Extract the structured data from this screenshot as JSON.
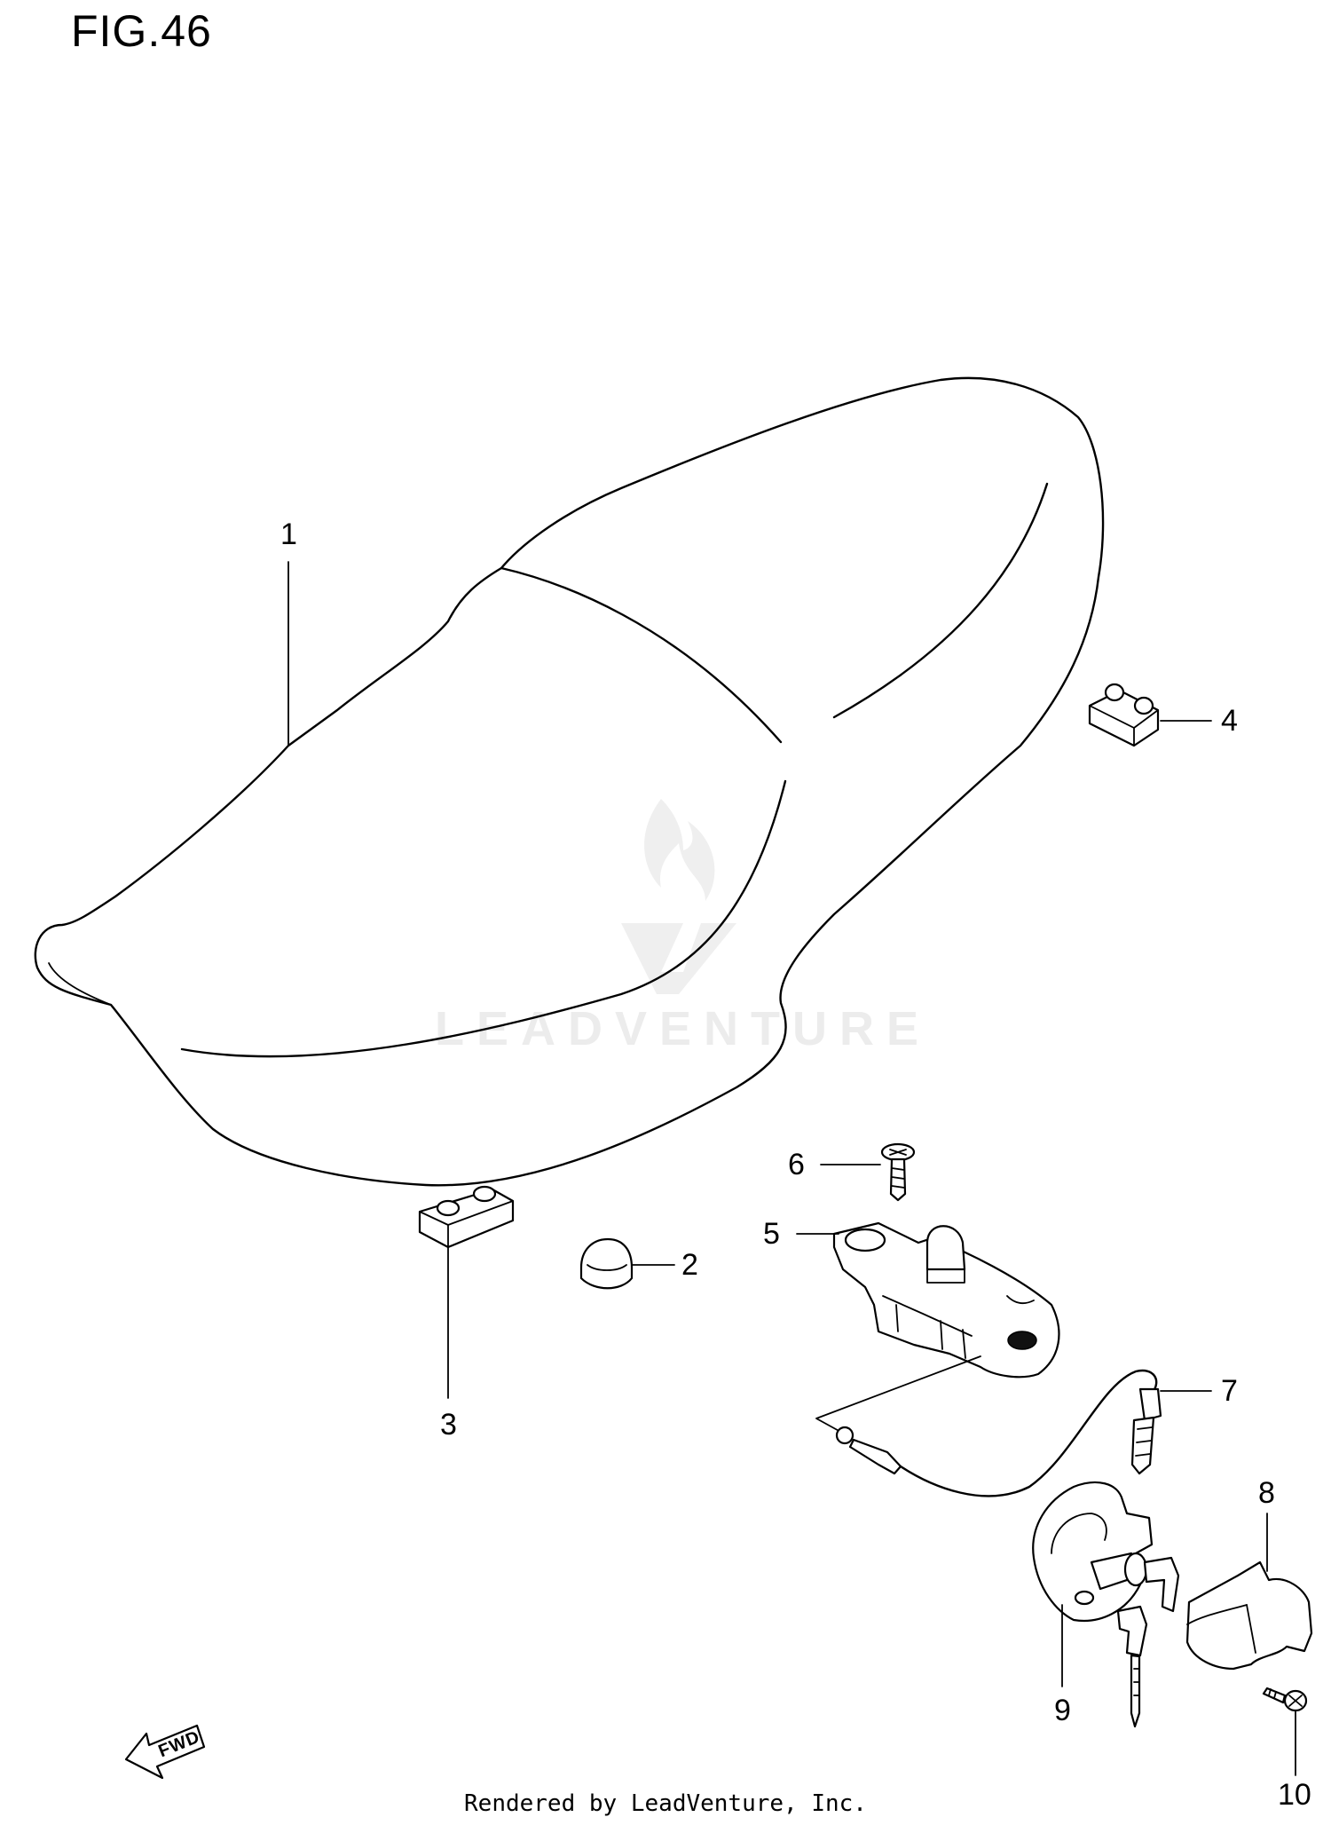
{
  "figure": {
    "title": "FIG.46"
  },
  "watermark": {
    "text": "LEADVENTURE",
    "logo": "leadventure-flame-logo"
  },
  "callouts": [
    {
      "id": "1",
      "label": "1"
    },
    {
      "id": "2",
      "label": "2"
    },
    {
      "id": "3",
      "label": "3"
    },
    {
      "id": "4",
      "label": "4"
    },
    {
      "id": "5",
      "label": "5"
    },
    {
      "id": "6",
      "label": "6"
    },
    {
      "id": "7",
      "label": "7"
    },
    {
      "id": "8",
      "label": "8"
    },
    {
      "id": "9",
      "label": "9"
    },
    {
      "id": "10",
      "label": "10"
    }
  ],
  "direction_arrow": {
    "label": "FWD"
  },
  "footer": {
    "text": "Rendered by LeadVenture, Inc."
  }
}
